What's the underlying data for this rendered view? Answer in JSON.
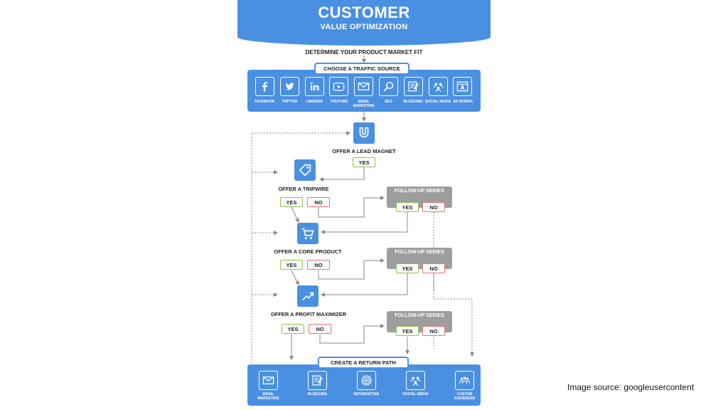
{
  "header": {
    "title": "CUSTOMER",
    "subtitle": "VALUE OPTIMIZATION"
  },
  "steps": {
    "market_fit": "DETERMINE YOUR PRODUCT MARKET FIT",
    "traffic": "CHOOSE A TRAFFIC SOURCE",
    "lead_magnet": "OFFER A LEAD MAGNET",
    "tripwire": "OFFER A TRIPWIRE",
    "core_product": "OFFER A CORE PRODUCT",
    "profit_maximizer": "OFFER A PROFIT MAXIMIZER",
    "return_path": "CREATE A RETURN PATH"
  },
  "traffic_sources": [
    {
      "label": "FACEBOOK",
      "icon": "facebook-icon"
    },
    {
      "label": "TWITTER",
      "icon": "twitter-icon"
    },
    {
      "label": "LINKEDIN",
      "icon": "linkedin-icon"
    },
    {
      "label": "YOUTUBE",
      "icon": "youtube-icon"
    },
    {
      "label": "EMAIL MARKETING",
      "icon": "email-icon"
    },
    {
      "label": "SEO",
      "icon": "search-icon"
    },
    {
      "label": "BLOGGING",
      "icon": "blog-icon"
    },
    {
      "label": "SOCIAL MEDIA",
      "icon": "social-icon"
    },
    {
      "label": "AD WORDS",
      "icon": "adwords-icon"
    }
  ],
  "return_channels": [
    {
      "label": "EMAIL MARKETING",
      "icon": "email-icon"
    },
    {
      "label": "BLOGGING",
      "icon": "blog-icon"
    },
    {
      "label": "RETARGETING",
      "icon": "target-icon"
    },
    {
      "label": "SOCIAL MEDIA",
      "icon": "social-icon"
    },
    {
      "label": "CUSTOM AUDIENCES",
      "icon": "audience-icon"
    }
  ],
  "answers": {
    "yes": "YES",
    "no": "NO"
  },
  "follow_up": "FOLLOW-UP SERIES",
  "colors": {
    "primary": "#4a90e2",
    "yes": "#8bc34a",
    "no": "#e57373",
    "follow_up": "#9e9e9e"
  },
  "source_note": "Image source: googleusercontent"
}
